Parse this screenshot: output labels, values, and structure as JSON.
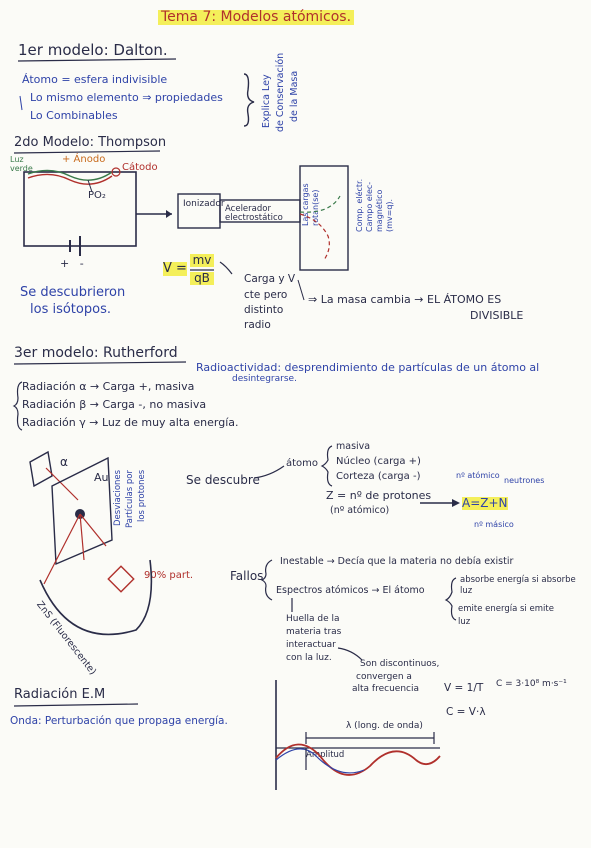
{
  "title": "Tema 7: Modelos atómicos.",
  "dalton": {
    "heading": "1er modelo: Dalton.",
    "lines": [
      "Átomo = esfera indivisible",
      "Lo mismo elemento ⇒ propiedades",
      "Lo Combinables"
    ],
    "side_note": [
      "Explica Ley",
      "de Conservación",
      "de la Masa"
    ]
  },
  "thomson": {
    "heading": "2do Modelo: Thompson",
    "luz_label": "Luz verde",
    "anodo": "+ Ánodo",
    "catodo": "Cátodo",
    "po2": "PO₂",
    "ionizador": "Ionizador",
    "acelerador": "Acelerador electrostático",
    "cargas_rotan": [
      "Las cargas",
      "rotan(se)"
    ],
    "campo": [
      "Comp. eléctr.",
      "Campo elec-",
      "magnético",
      "(mv=q)."
    ],
    "formula_num": "mv",
    "formula_lhs": "V =",
    "formula_den": "qB",
    "carga": [
      "Carga y V",
      "cte pero",
      "distinto",
      "radio"
    ],
    "masa": "⇒ La masa cambia → EL ÁTOMO ES",
    "divisible": "DIVISIBLE",
    "isotopos": [
      "Se descubrieron",
      "los isótopos."
    ],
    "plus_minus": "+   -"
  },
  "rutherford": {
    "heading": "3er modelo: Rutherford",
    "radioactividad": "Radioactividad: desprendimiento de partículas de un átomo al",
    "radioactividad2": "desintegrarse.",
    "radiaciones": [
      "Radiación α → Carga +, masiva",
      "Radiación β → Carga -, no masiva",
      "Radiación γ → Luz de muy alta energía."
    ],
    "alpha": "α",
    "au": "Au",
    "desviaciones": [
      "Desviaciones",
      "Partículas por",
      "los protones"
    ],
    "pct": "90% part.",
    "zns": "ZnS (Fluorescente)",
    "se_descubre": "Se descubre",
    "atomo": "átomo",
    "masiva": "masiva",
    "nucleo": "Núcleo (carga +)",
    "corteza": "Corteza (carga -)",
    "z_eq": "Z = nº de protones",
    "n_atomico": "(nº atómico)",
    "eq_big": "A=Z+N",
    "n_atomico2": "nº atómico",
    "neutrones": "neutrones",
    "n_masico": "nº másico",
    "fallos": "Fallos",
    "inestable": "Inestable → Decía que la materia no debía existir",
    "espectros": "Espectros atómicos → El átomo",
    "absorbe": [
      "absorbe energía si absorbe",
      "luz"
    ],
    "emite": [
      "emite energía si emite",
      "luz"
    ],
    "huella": [
      "Huella de la",
      "materia tras",
      "interactuar",
      "con la luz."
    ],
    "discontinuos": [
      "Son discontinuos,",
      "convergen a",
      "alta frecuencia"
    ]
  },
  "em": {
    "heading": "Radiación E.M",
    "onda": "Onda: Perturbación que propaga energía.",
    "v_eq": "V = 1/T",
    "c_eq": "C = 3·10⁸ m·s⁻¹",
    "c_eq2": "C = V·λ",
    "lambda": "λ (long. de onda)",
    "amplitud": "Amplitud"
  }
}
